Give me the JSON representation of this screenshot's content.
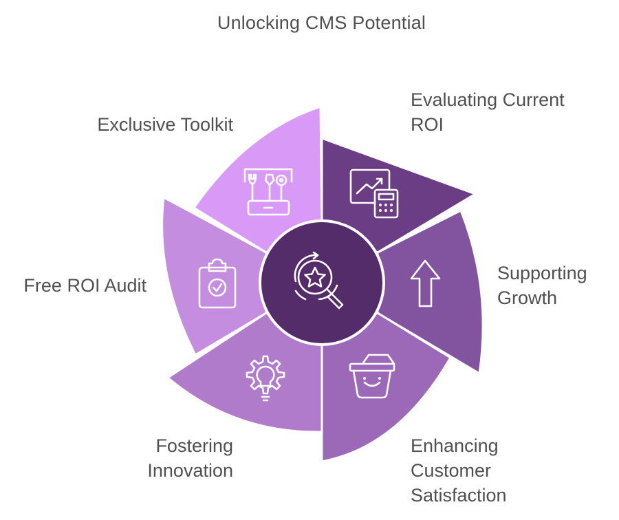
{
  "title": "Unlocking CMS Potential",
  "segments": [
    {
      "lines": [
        "Evaluating Current",
        "ROI"
      ],
      "icon": "chart-calculator-icon",
      "color": "#6a3d84"
    },
    {
      "lines": [
        "Supporting",
        "Growth"
      ],
      "icon": "arrow-up-icon",
      "color": "#8254a0"
    },
    {
      "lines": [
        "Enhancing",
        "Customer",
        "Satisfaction"
      ],
      "icon": "shopping-basket-icon",
      "color": "#9c68b8"
    },
    {
      "lines": [
        "Fostering",
        "Innovation"
      ],
      "icon": "lightbulb-gear-icon",
      "color": "#b07bca"
    },
    {
      "lines": [
        "Free ROI Audit"
      ],
      "icon": "clipboard-check-icon",
      "color": "#c48de0"
    },
    {
      "lines": [
        "Exclusive Toolkit"
      ],
      "icon": "toolkit-icon",
      "color": "#d89af6"
    }
  ],
  "center": {
    "icon": "star-search-icon",
    "color": "#552c6a"
  }
}
